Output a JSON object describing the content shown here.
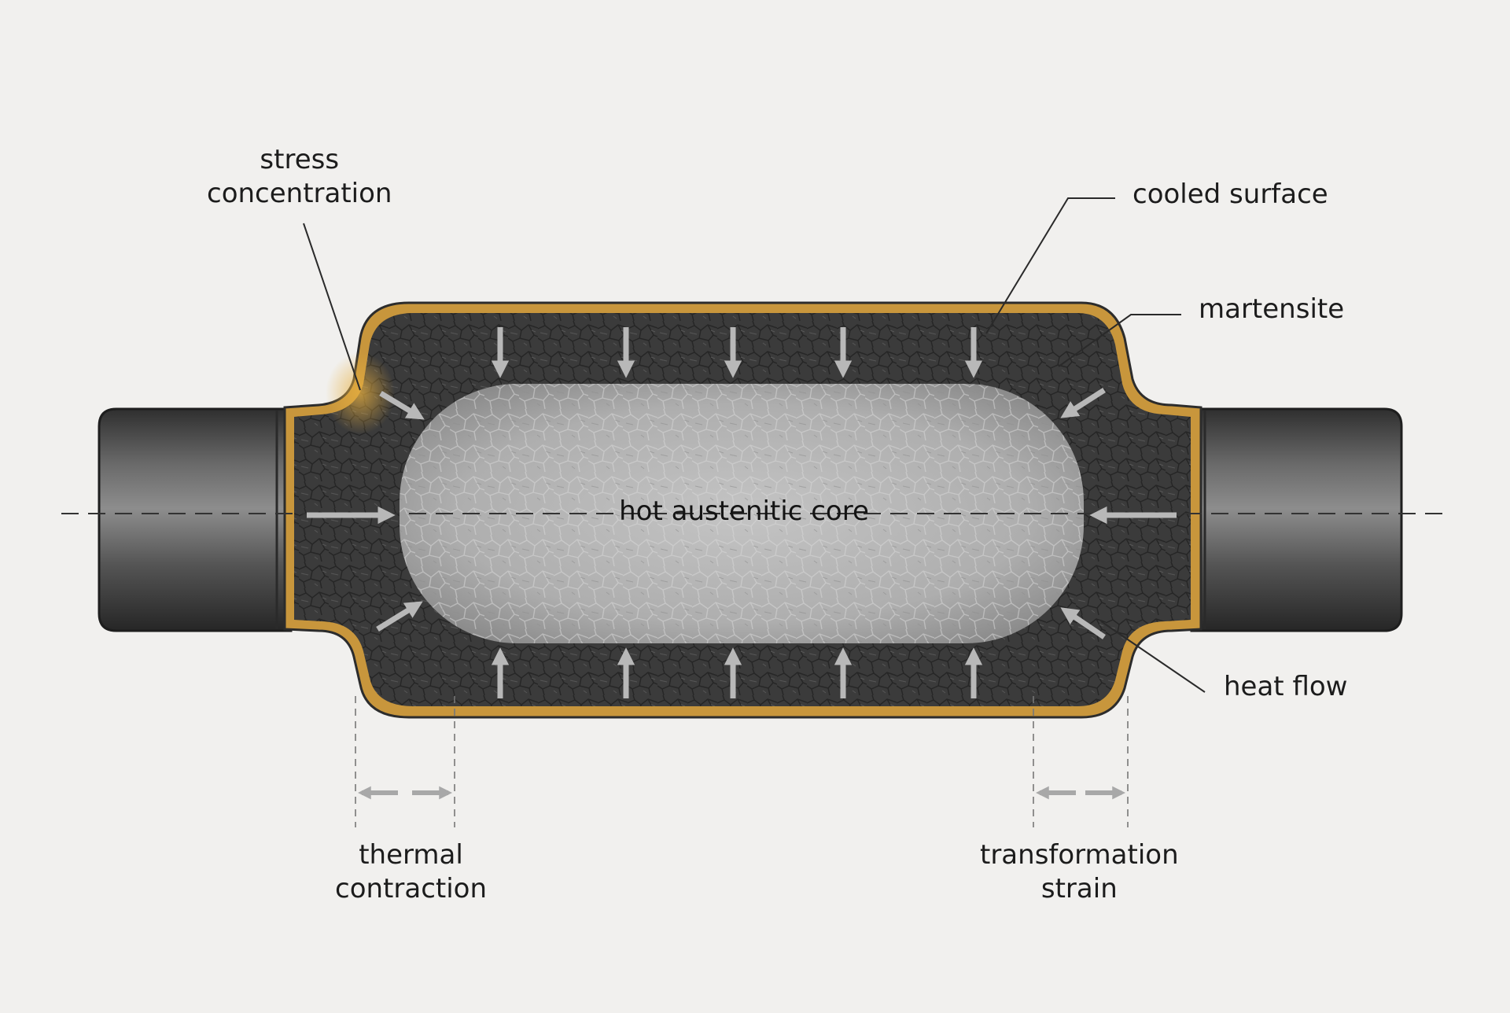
{
  "diagram": {
    "core_label": "hot austenitic core",
    "labels": {
      "stress_concentration": [
        "stress",
        "concentration"
      ],
      "cooled_surface": "cooled surface",
      "martensite": "martensite",
      "heat_flow": "heat flow",
      "thermal_contraction": [
        "thermal",
        "contraction"
      ],
      "transformation_strain": [
        "transformation",
        "strain"
      ]
    },
    "colors": {
      "background": "#f1f0ee",
      "surface_layer": "#c8963c",
      "martensite_shell": "#3d3d3d",
      "austenite_core": "#b4b4b4",
      "shaft_steel": "#4a4a4a",
      "arrow": "#b5b5b5"
    }
  }
}
